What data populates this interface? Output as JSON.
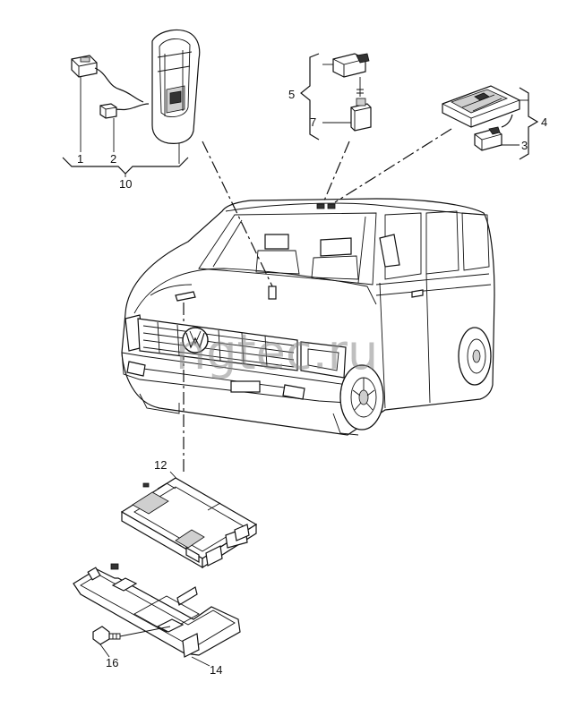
{
  "callouts": {
    "c1": "1",
    "c2": "2",
    "c3": "3",
    "c4": "4",
    "c5": "5",
    "c7": "7",
    "c10": "10",
    "c12": "12",
    "c14": "14",
    "c16": "16"
  },
  "watermark": "ngtec.ru",
  "icons": {
    "mirror_sensor": "rain-light-sensor-housing",
    "roof_module": "interior-light-module",
    "control_unit": "electronic-control-unit",
    "bracket": "mounting-bracket",
    "bolt": "bolt",
    "vehicle": "van-front-three-quarter"
  }
}
